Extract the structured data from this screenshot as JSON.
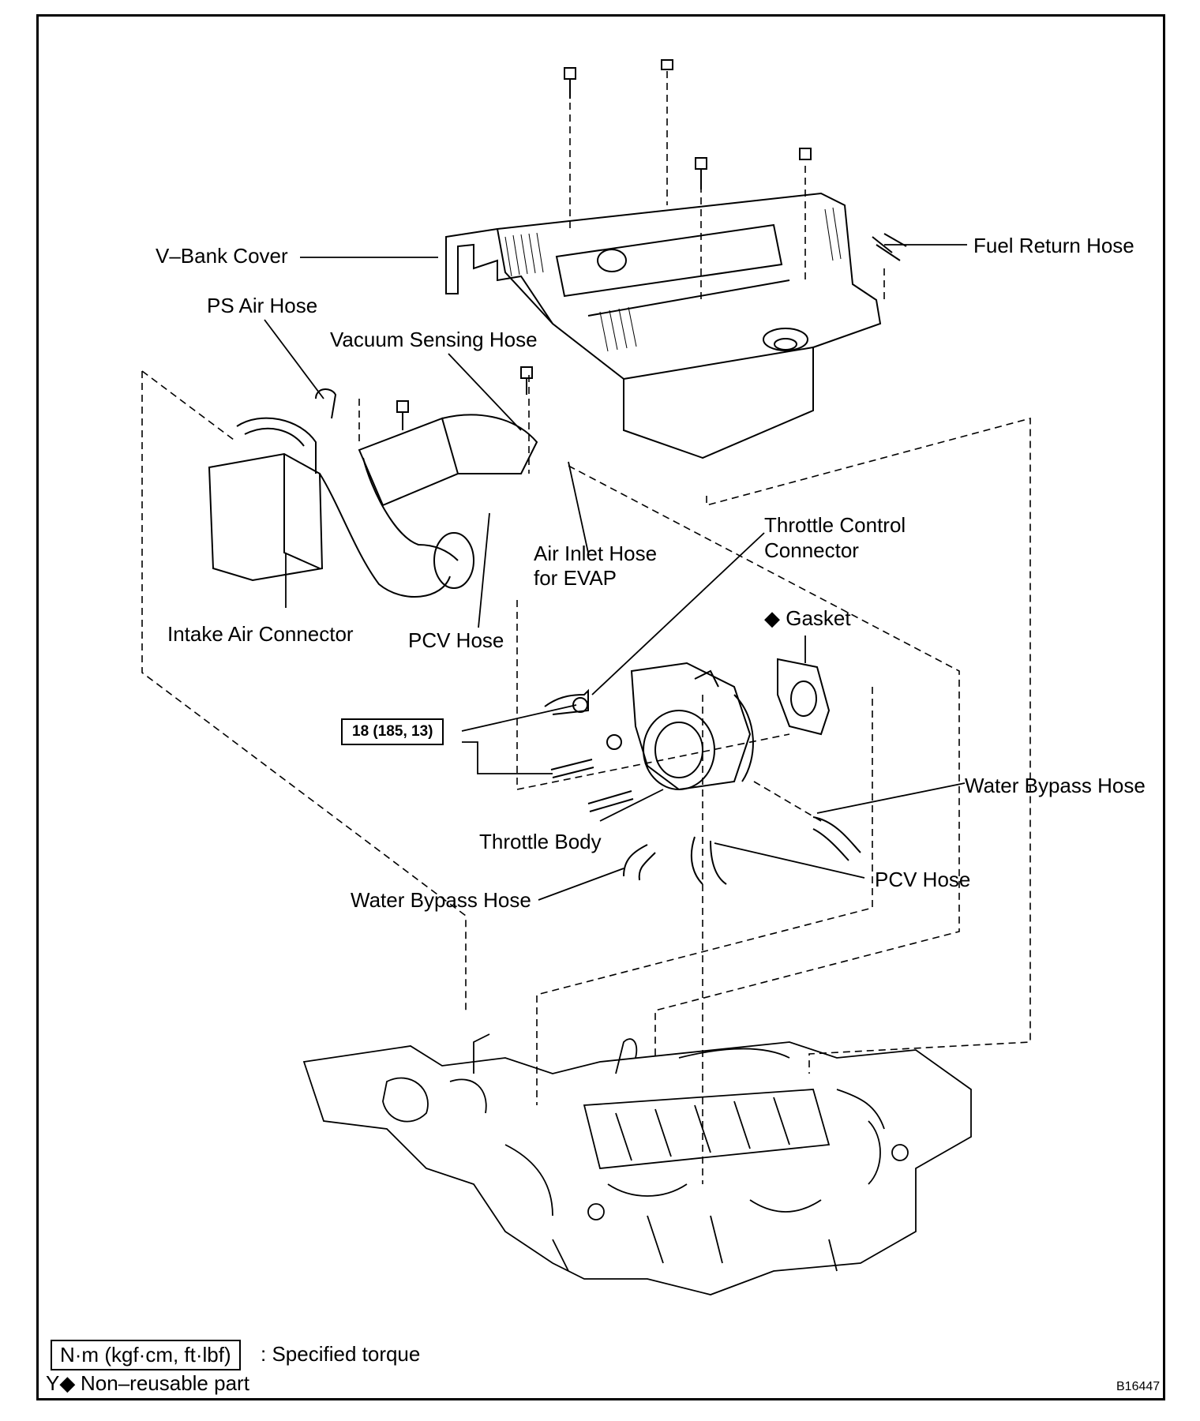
{
  "labels": {
    "v_bank_cover": "V–Bank Cover",
    "fuel_return_hose": "Fuel Return Hose",
    "ps_air_hose": "PS Air Hose",
    "vacuum_sensing_hose": "Vacuum Sensing Hose",
    "throttle_control_connector_1": "Throttle Control",
    "throttle_control_connector_2": "Connector",
    "air_inlet_hose_1": "Air Inlet Hose",
    "air_inlet_hose_2": "for EVAP",
    "intake_air_connector": "Intake Air Connector",
    "pcv_hose_upper": "PCV Hose",
    "gasket": "◆ Gasket",
    "water_bypass_hose_right": "Water Bypass Hose",
    "throttle_body": "Throttle Body",
    "pcv_hose_lower": "PCV Hose",
    "water_bypass_hose_left": "Water Bypass Hose"
  },
  "torque_value": "18 (185, 13)",
  "legend": {
    "torque_unit": "N·m (kgf·cm, ft·lbf)",
    "torque_text": ": Specified torque",
    "marker": "Y◆",
    "non_reusable_text": "Non–reusable part"
  },
  "figure_id": "B16447"
}
